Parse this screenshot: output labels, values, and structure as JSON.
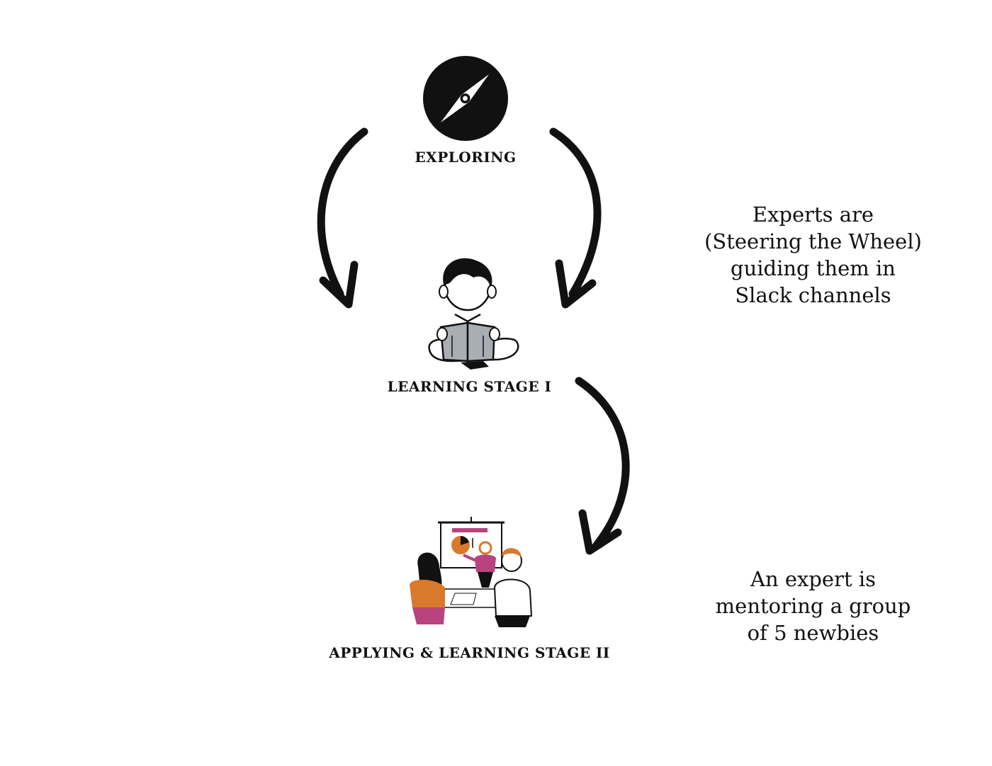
{
  "stages": {
    "exploring": {
      "label": "EXPLORING",
      "icon": "compass-icon"
    },
    "learning_1": {
      "label": "LEARNING STAGE I",
      "icon": "reading-child-illustration"
    },
    "learning_2": {
      "label": "APPLYING & LEARNING STAGE II",
      "icon": "team-meeting-illustration"
    }
  },
  "notes": {
    "experts": [
      "Experts are",
      "(Steering the Wheel)",
      "guiding them in",
      "Slack channels"
    ],
    "mentoring": [
      "An expert is",
      "mentoring a group",
      "of 5 newbies"
    ]
  },
  "colors": {
    "ink": "#111111",
    "orange": "#d9792b",
    "magenta": "#b8437e",
    "book": "#a9adb4"
  }
}
